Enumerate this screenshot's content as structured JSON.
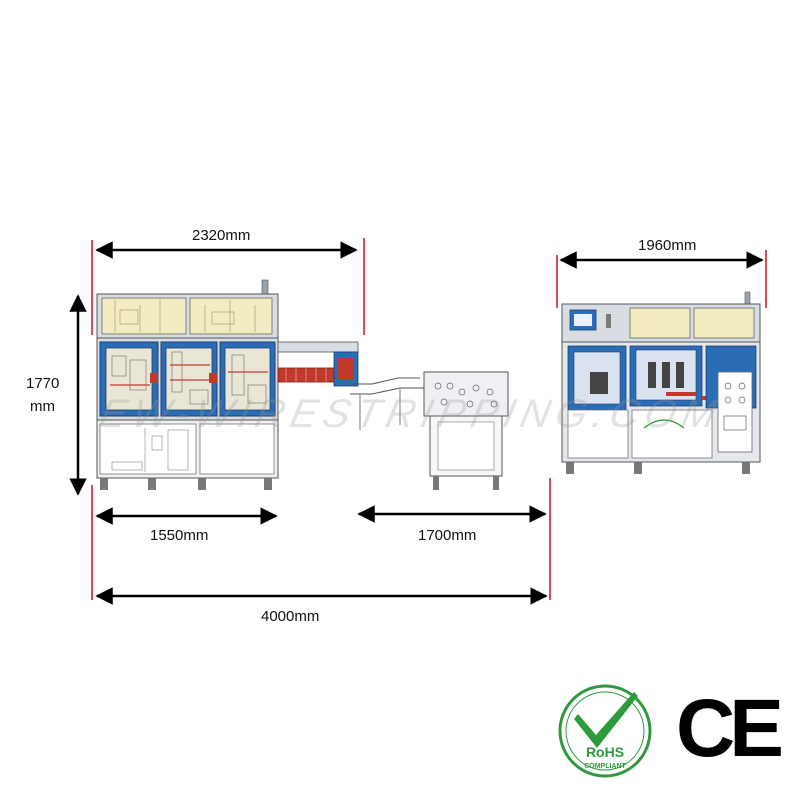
{
  "dimensions": {
    "width_left_top": "2320mm",
    "width_right_top": "1960mm",
    "height_value": "1770",
    "height_unit": "mm",
    "width_left_bottom": "1550mm",
    "width_conveyor": "1700mm",
    "width_total": "4000mm"
  },
  "watermark": "EW-WIRESTRIPPING.COM",
  "badges": {
    "rohs_main": "RoHS",
    "rohs_sub": "COMPLIANT",
    "ce": "CE"
  },
  "colors": {
    "frame": "#d8dde4",
    "panel_blue": "#2b6cb7",
    "window_yellow": "#f3ecc0",
    "dimension_red": "#c0122a",
    "rohs_green": "#2e9a3c",
    "conveyor_red": "#c0392b"
  }
}
